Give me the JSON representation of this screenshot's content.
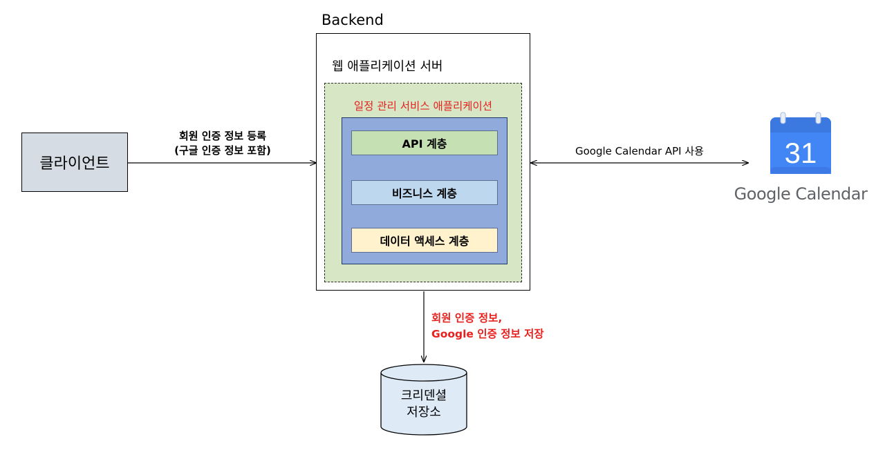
{
  "backend": {
    "title": "Backend",
    "web_server_label": "웹 애플리케이션 서버",
    "service_label": "일정 관리 서비스 애플리케이션",
    "layers": {
      "api": "API 계층",
      "business": "비즈니스 계층",
      "data_access": "데이터 액세스 계층"
    }
  },
  "client": {
    "label": "클라이언트"
  },
  "client_arrow": {
    "line1": "회원 인증 정보 등록",
    "line2": "(구글 인증 정보 포함)"
  },
  "google_arrow": {
    "label": "Google Calendar API 사용"
  },
  "google_calendar": {
    "icon_number": "31",
    "label": "Google Calendar",
    "icon": "google-calendar-icon"
  },
  "db_arrow": {
    "line1": "회원 인증 정보,",
    "line2": "Google 인증 정보 저장"
  },
  "credential_store": {
    "line1": "크리덴셜",
    "line2": "저장소"
  },
  "colors": {
    "client_fill": "#d6dce4",
    "service_fill": "#d7e7c6",
    "layers_fill": "#8faadb",
    "api_fill": "#c5e0b3",
    "business_fill": "#bdd7ee",
    "data_fill": "#fff2cc",
    "store_fill": "#deebf7",
    "highlight_text": "#e6211e",
    "gcal_blue": "#4285f4"
  }
}
